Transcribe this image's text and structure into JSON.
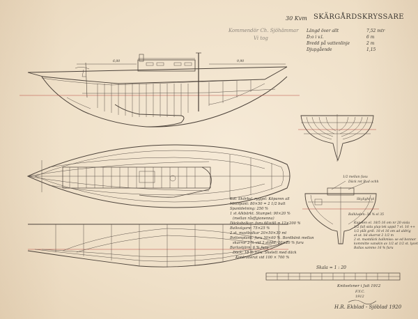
{
  "title": {
    "prefix": "30 Kvm",
    "main": "SKÄRGÅRDSKRYSSARE"
  },
  "pencil_note": {
    "line1": "Kommendör Ch. Sjöhämmar",
    "line2": "Vi tog"
  },
  "specs": [
    {
      "label": "Längd över allt",
      "value": "7,52 mtr"
    },
    {
      "label": "D:o i v.l.",
      "value": "6 m"
    },
    {
      "label": "Bredd på vattenlinje",
      "value": "2 m"
    },
    {
      "label": "Djupgående",
      "value": "1,15"
    }
  ],
  "construction_notes": [
    "Köl: Skörbsl. ryggel: Köparen all",
    "Mittspant: 80×50 = 2 1/2 bult",
    "Spantdelning: 250 %",
    "1 st Alkbärkt. Stumpel: 90×20 %",
    "(mellan råsffgionenna)",
    "Däcksbalkar: furu 60×60 = 12×200 %",
    "Balkvägare: 75×25 %",
    "2 st. mastbalkar 20×50×30 mt",
    "Bottenplank: furu 30×60 %. Bordbänk mellan",
    "skarror 2 % vid 2 stödd. 20×20 % furu",
    "Barlastjärn: 6 % furu",
    "Däck: 18 % furu. Skelett med däck",
    "Kontrollerat vid 100 × 700 %"
  ],
  "section_notes": [
    "Kupolen el. 18/5 16 om nr 20 oisla",
    "1/2 fall sida ylap lek uppd 7 el. 16 ++",
    "1/2 plåt grdl. 18 el 16 om ad aldrig",
    "at ut. bil skarrat 2 1/2 m",
    "2 st. mastdäck balkmiss: se ed bonnor",
    "kommitte vanskin av 1/2 at 1/2 st. lycet",
    "Ballas sammo 16 % furu"
  ],
  "section_labels": [
    "1/2 mellan fasu",
    "Däck ret Rud ochh",
    "Skylight pl",
    "Balkluden: 36 % el 35"
  ],
  "scale": {
    "label": "Skala = 1 : 20"
  },
  "signature": {
    "line1": "Knitselvner i Juli 1912",
    "line2": "F.Y.C.",
    "line3": "1912",
    "line4": "H.R. Ekblad - Sjöblad 1920"
  },
  "dimension_marks": [
    "6,00",
    "9,90"
  ],
  "colors": {
    "paper": "#efe3cf",
    "ink": "#4a4038",
    "red_ink": "#b9473c",
    "pencil": "#8d857b"
  }
}
